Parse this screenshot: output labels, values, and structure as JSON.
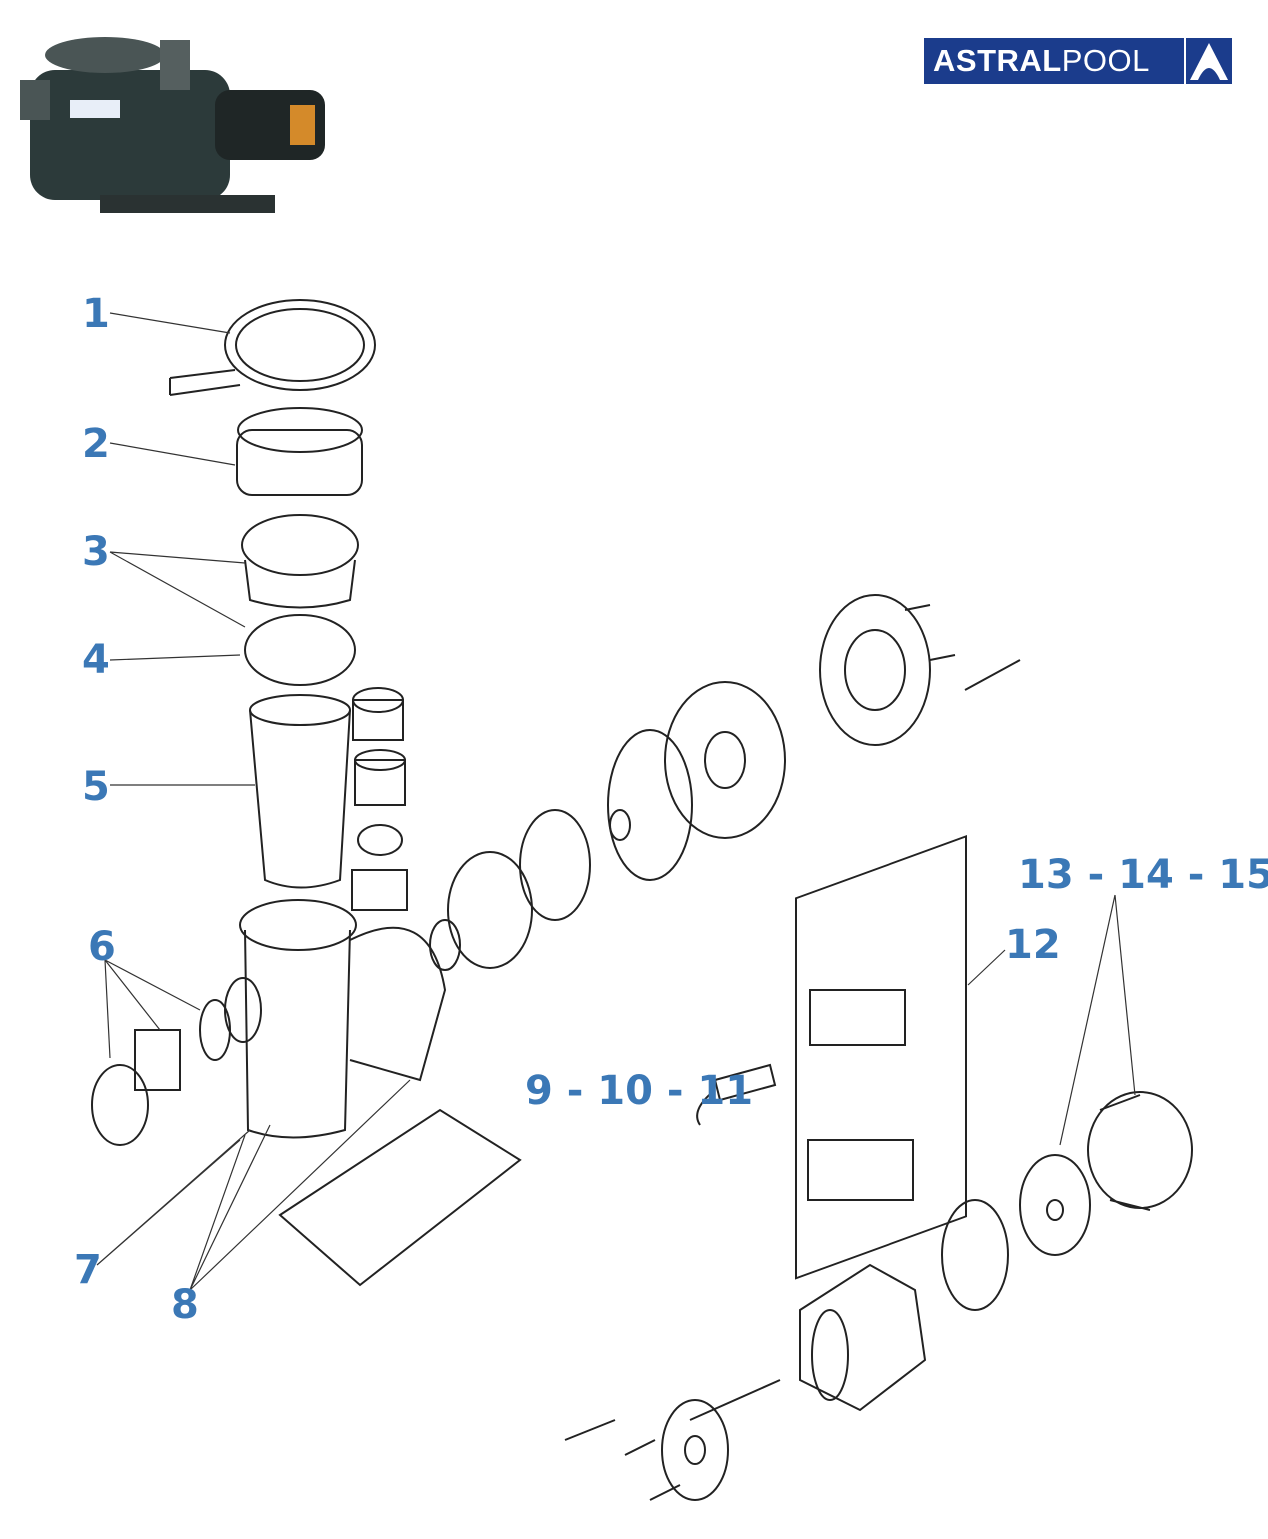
{
  "brand": {
    "logo_text_bold": "ASTRAL",
    "logo_text_light": "POOL",
    "colors": {
      "logo_bg": "#1b3c8c",
      "label": "#3b78b6"
    }
  },
  "labels": [
    "1",
    "2",
    "3",
    "4",
    "5",
    "6",
    "7",
    "8",
    "9 - 10 - 11",
    "12",
    "13 - 14 - 15"
  ]
}
